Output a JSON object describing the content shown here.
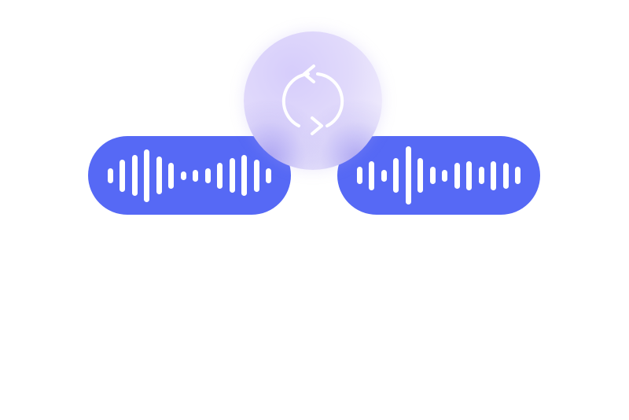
{
  "colors": {
    "pill": "#5669f5",
    "bar": "#ffffff",
    "icon": "#ffffff"
  },
  "source_audio": {
    "icon": "waveform-icon",
    "bar_levels": [
      0.25,
      0.55,
      0.7,
      0.9,
      0.65,
      0.45,
      0.15,
      0.2,
      0.25,
      0.45,
      0.6,
      0.7,
      0.55,
      0.25
    ]
  },
  "converter": {
    "icon": "refresh-icon"
  },
  "target_audio": {
    "icon": "waveform-icon",
    "bar_levels": [
      0.3,
      0.5,
      0.2,
      0.6,
      1.0,
      0.6,
      0.3,
      0.2,
      0.45,
      0.5,
      0.3,
      0.5,
      0.45,
      0.3
    ]
  }
}
